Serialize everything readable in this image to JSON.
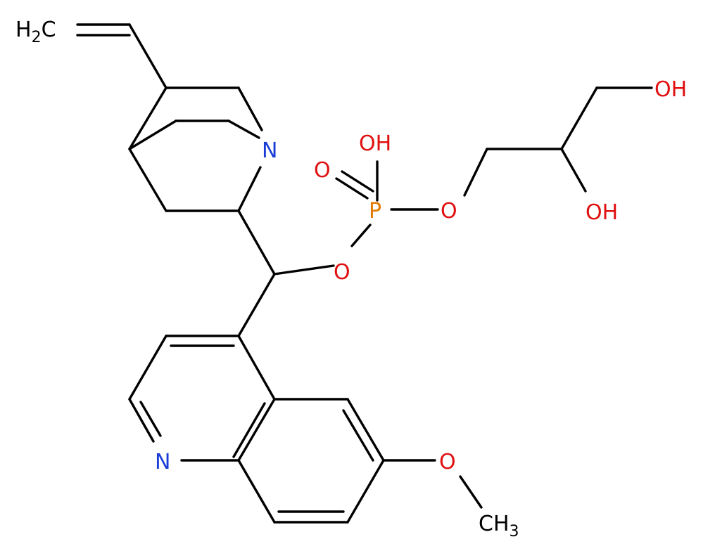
{
  "colors": {
    "bond": "#000000",
    "carbon_label": "#000000",
    "nitrogen": "#1a3cd6",
    "oxygen": "#e01010",
    "phosphorus": "#e07a00"
  },
  "atoms": {
    "vinyl_ch2": {
      "main": "H",
      "sub": "2",
      "tail": "C"
    },
    "quinuclidine_n": "N",
    "phosphate_oh": "OH",
    "phosphoryl_o": "O",
    "phosphorus": "P",
    "ester_o_glycerol": "O",
    "ester_o_alkaloid": "O",
    "primary_oh": "OH",
    "secondary_oh": "OH",
    "quinoline_n": "N",
    "methoxy_o": "O",
    "methyl": {
      "main": "CH",
      "sub": "3"
    }
  }
}
